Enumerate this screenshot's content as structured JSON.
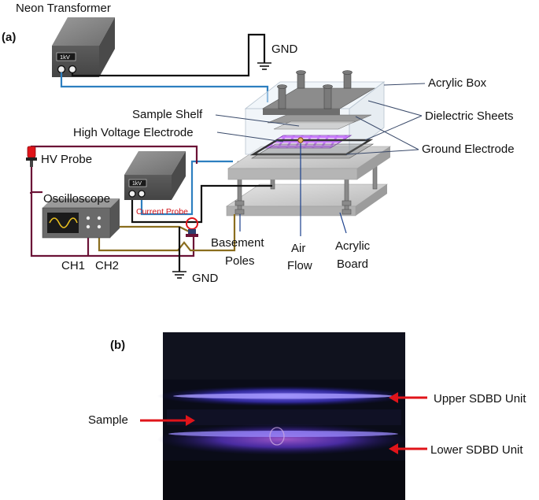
{
  "panel_a": {
    "tag": "(a)",
    "labels": {
      "neon_transformer": "Neon Transformer",
      "gnd_top": "GND",
      "acrylic_box": "Acrylic Box",
      "sample_shelf": "Sample Shelf",
      "dielectric_sheets": "Dielectric Sheets",
      "high_voltage_electrode": "High Voltage Electrode",
      "ground_electrode": "Ground Electrode",
      "hv_probe": "HV Probe",
      "oscilloscope": "Oscilloscope",
      "current_probe": "Current Probe",
      "ch1": "CH1",
      "ch2": "CH2",
      "gnd_bottom": "GND",
      "basement_poles_1": "Basement",
      "basement_poles_2": "Poles",
      "air_flow_1": "Air",
      "air_flow_2": "Flow",
      "acrylic_board_1": "Acrylic",
      "acrylic_board_2": "Board"
    },
    "device_badges": {
      "transformer": "1kV",
      "supply": "1kV"
    },
    "colors": {
      "hv_wire": "#6b1236",
      "signal_wire": "#8a6d1e",
      "blue_wire": "#2d7fc0",
      "current_probe_text": "#d0141a",
      "plasma": "#b366ff"
    }
  },
  "panel_b": {
    "tag": "(b)",
    "labels": {
      "sample": "Sample",
      "upper_unit": "Upper SDBD Unit",
      "lower_unit": "Lower SDBD Unit"
    },
    "colors": {
      "arrow": "#e0141a",
      "glow": "#5a4dff"
    }
  }
}
